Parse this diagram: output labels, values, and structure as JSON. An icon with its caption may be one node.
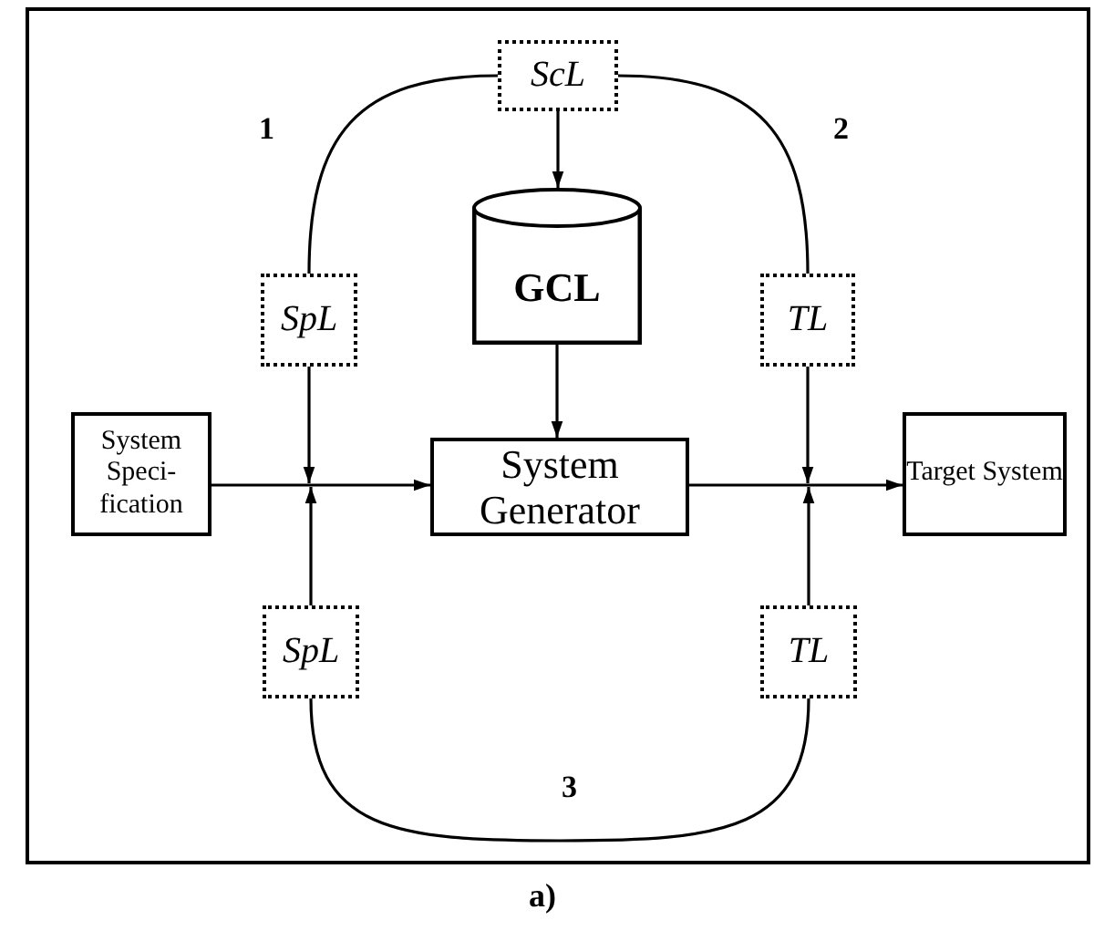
{
  "diagram": {
    "caption": "a)",
    "nodes": [
      {
        "text": [
          "ScL"
        ]
      },
      {
        "text": [
          "GCL"
        ]
      },
      {
        "text": [
          "SpL"
        ]
      },
      {
        "text": [
          "TL"
        ]
      },
      {
        "text": [
          "System Speci- fication"
        ]
      },
      {
        "text": [
          "System Generator"
        ]
      },
      {
        "text": [
          "Target System"
        ]
      },
      {
        "text": [
          "SpL"
        ]
      },
      {
        "text": [
          "TL"
        ]
      }
    ],
    "edges": [
      {
        "from": 0,
        "to": 1,
        "arrow": "to"
      },
      {
        "from": 1,
        "to": 5,
        "arrow": "to"
      },
      {
        "from": 4,
        "to": 5,
        "arrow": "to"
      },
      {
        "from": 5,
        "to": 6,
        "arrow": "to"
      },
      {
        "from": 2,
        "to": null,
        "arrow": "to"
      },
      {
        "from": 7,
        "to": null,
        "arrow": "to"
      },
      {
        "from": 3,
        "to": null,
        "arrow": "to"
      },
      {
        "from": 8,
        "to": null,
        "arrow": "to"
      },
      {
        "from": 0,
        "to": 2,
        "arrow": "none",
        "label": "1"
      },
      {
        "from": 0,
        "to": 3,
        "arrow": "none",
        "label": "2"
      },
      {
        "from": 7,
        "to": 8,
        "arrow": "none",
        "label": "3"
      }
    ]
  }
}
